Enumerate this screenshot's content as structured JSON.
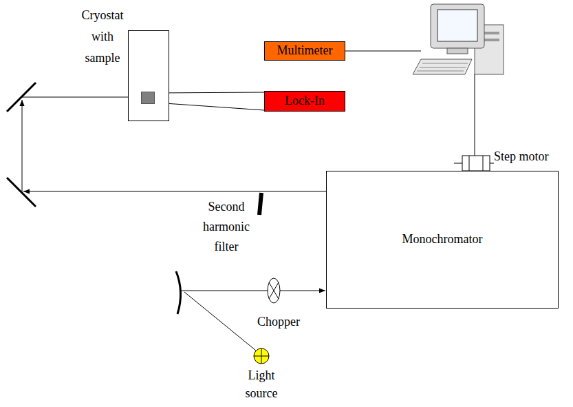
{
  "diagram": {
    "nodes": [
      {
        "text": [
          "Cryostat with sample"
        ]
      },
      {
        "text": [
          "Multimeter"
        ]
      },
      {
        "text": [
          "Lock-In"
        ]
      },
      {
        "text": [
          "Monochromator"
        ]
      }
    ],
    "edges": [
      {
        "from": 0,
        "to": 2,
        "arrow": "none"
      }
    ],
    "labels": [
      "Second harmonic filter",
      "Step motor",
      "Chopper",
      "Light source"
    ]
  }
}
